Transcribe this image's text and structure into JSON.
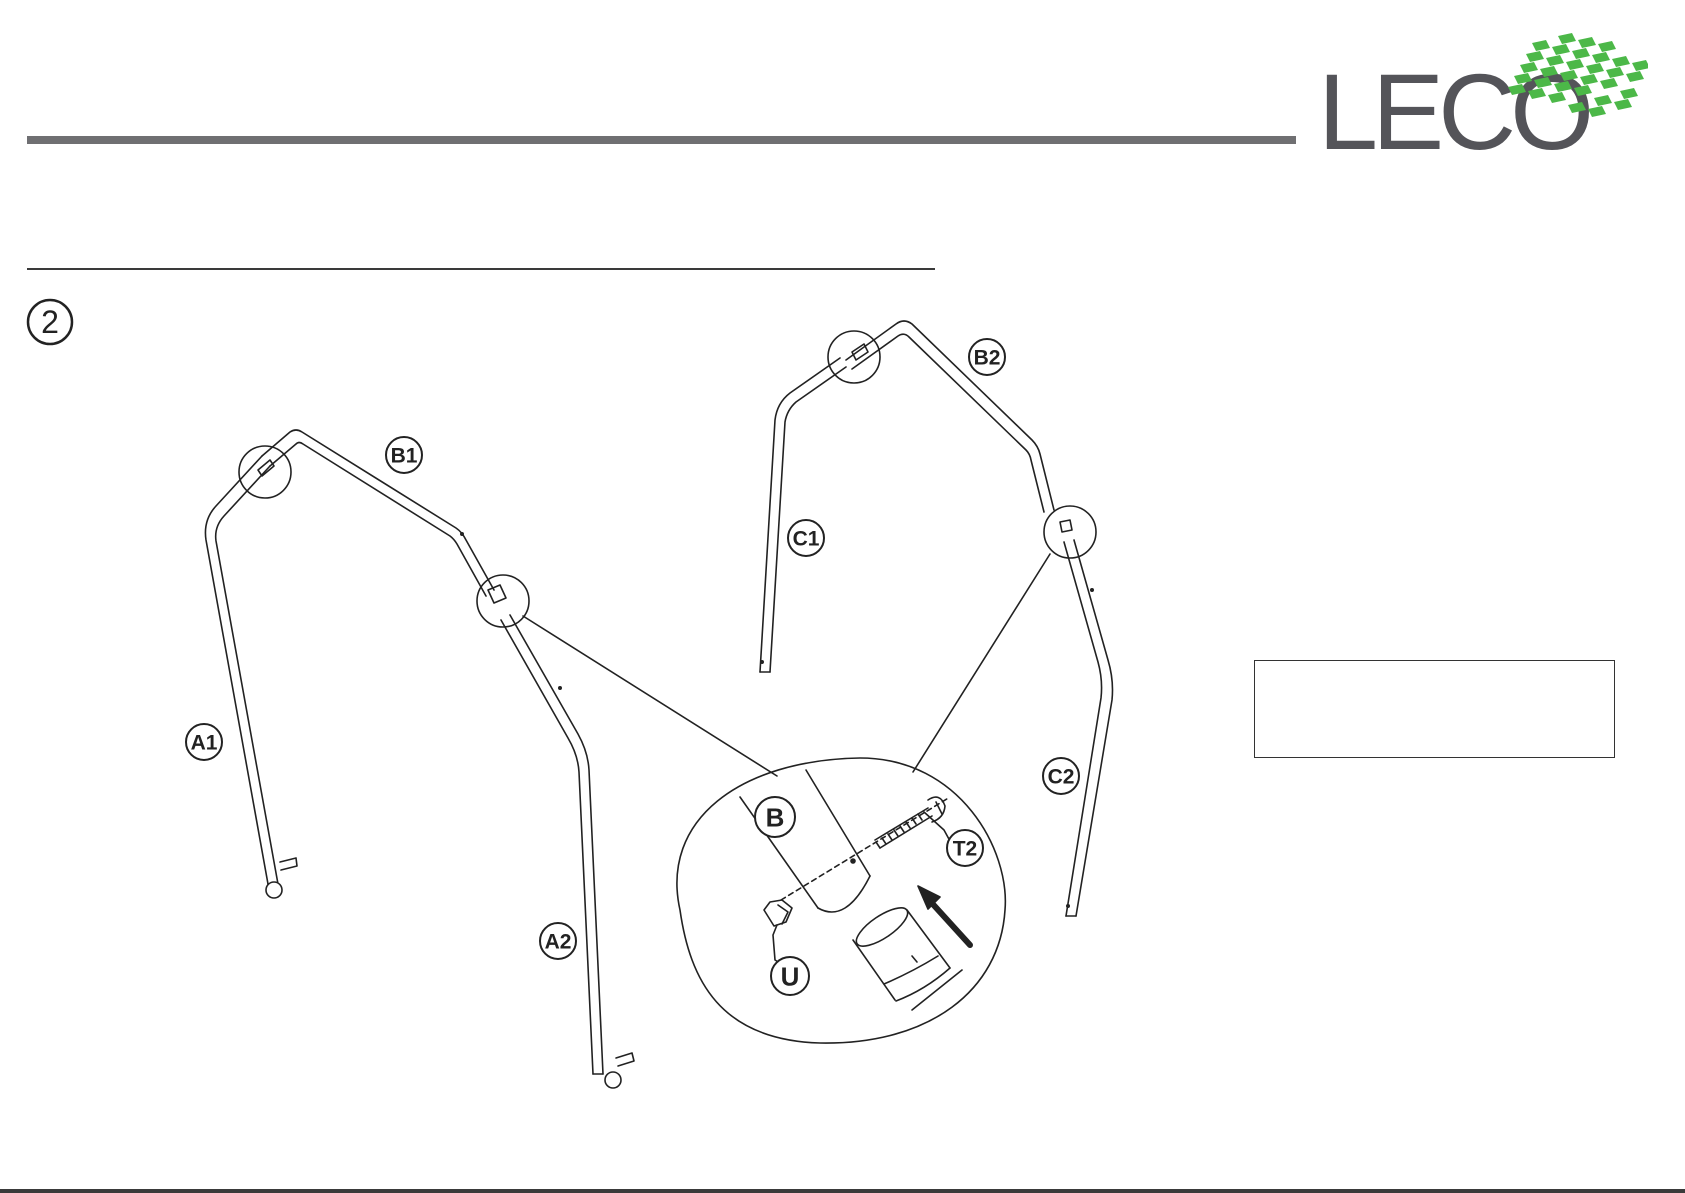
{
  "header": {
    "logo_text": "LECO",
    "brand_color": "#4cb848",
    "text_color": "#545459"
  },
  "step": {
    "number": "2",
    "icon": "circled-digit-icon"
  },
  "parts": {
    "a1": "A1",
    "a2": "A2",
    "b1": "B1",
    "b2": "B2",
    "c1": "C1",
    "c2": "C2"
  },
  "detail": {
    "tube_label": "B",
    "bolt_label": "T2",
    "nut_label": "U",
    "arrow_icon": "insert-arrow-icon"
  },
  "note_box": {
    "text": ""
  }
}
